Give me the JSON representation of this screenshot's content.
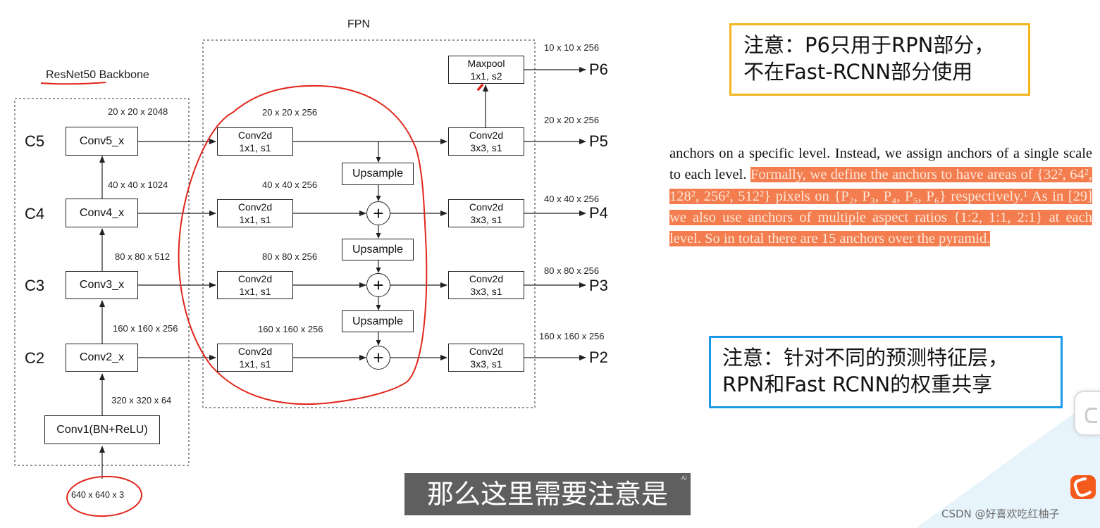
{
  "diagram": {
    "fpn_title": "FPN",
    "backbone_title": "ResNet50 Backbone",
    "input_label": "640 x 640 x 3",
    "backbone": {
      "conv1": "Conv1(BN+ReLU)",
      "conv2": "Conv2_x",
      "conv3": "Conv3_x",
      "conv4": "Conv4_x",
      "conv5": "Conv5_x"
    },
    "levels": {
      "c2": "C2",
      "c3": "C3",
      "c4": "C4",
      "c5": "C5"
    },
    "backbone_dims": {
      "conv1_out": "320 x 320 x 64",
      "c2": "160 x 160 x 256",
      "c3": "80 x 80 x 512",
      "c4": "40 x 40 x 1024",
      "c5": "20 x 20 x 2048"
    },
    "lateral_dims": {
      "p5": "20 x 20 x 256",
      "p4": "40 x 40 x 256",
      "p3": "80 x 80 x 256",
      "p2": "160 x 160 x 256"
    },
    "conv1x1_title": "Conv2d",
    "conv1x1_param": "1x1, s1",
    "conv3x3_title": "Conv2d",
    "conv3x3_param": "3x3, s1",
    "upsample": "Upsample",
    "plus": "+",
    "maxpool_title": "Maxpool",
    "maxpool_param": "1x1, s2",
    "output_dims": {
      "p6": "10 x 10 x 256",
      "p5": "20 x 20 x 256",
      "p4": "40 x 40 x 256",
      "p3": "80 x 80 x 256",
      "p2": "160 x 160 x 256"
    },
    "outputs": {
      "p6": "P6",
      "p5": "P5",
      "p4": "P4",
      "p3": "P3",
      "p2": "P2"
    }
  },
  "notes": {
    "top_line1": "注意：P6只用于RPN部分，",
    "top_line2": "不在Fast-RCNN部分使用",
    "bottom_line1": "注意：针对不同的预测特征层，",
    "bottom_line2": "RPN和Fast RCNN的权重共享"
  },
  "paper": {
    "plain": "anchors on a specific level.  Instead, we assign anchors of a single scale to each level. ",
    "highlighted": "Formally, we define the anchors to have areas of {32², 64², 128², 256², 512²} pixels on {P₂, P₃, P₄, P₅, P₆} respectively.¹  As in [29] we also use anchors of multiple aspect ratios {1:2, 1:1, 2:1} at each level. So in total there are 15 anchors over the pyramid."
  },
  "subtitle": "那么这里需要注意是",
  "subtitle_badge": "AI",
  "watermark": "CSDN @好喜欢吃红柚子",
  "colors": {
    "highlight": "#f37d4f",
    "note_top_border": "#f3b51c",
    "note_bottom_border": "#1a9ae6",
    "annotation_red": "#e0261b",
    "subtitle_bg": "#5f5f5f"
  }
}
